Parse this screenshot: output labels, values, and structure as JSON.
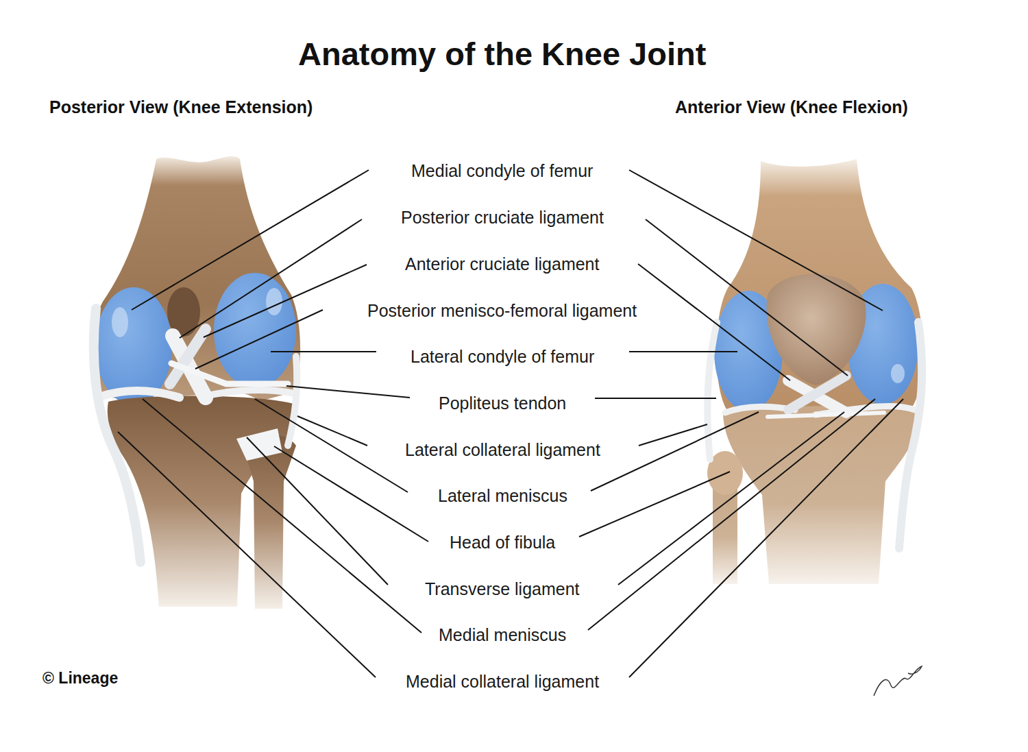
{
  "diagram": {
    "title": "Anatomy of the Knee Joint",
    "labels": [
      "Posterior View (Knee Extension)",
      "Anterior View (Knee Flexion)",
      "Medial condyle of femur",
      "Posterior cruciate ligament",
      "Anterior cruciate ligament",
      "Posterior menisco-femoral ligament",
      "Lateral condyle of femur",
      "Popliteus tendon",
      "Lateral collateral ligament",
      "Lateral meniscus",
      "Head of fibula",
      "Transverse ligament",
      "Medial meniscus",
      "Medial collateral ligament",
      "© Lineage"
    ]
  }
}
